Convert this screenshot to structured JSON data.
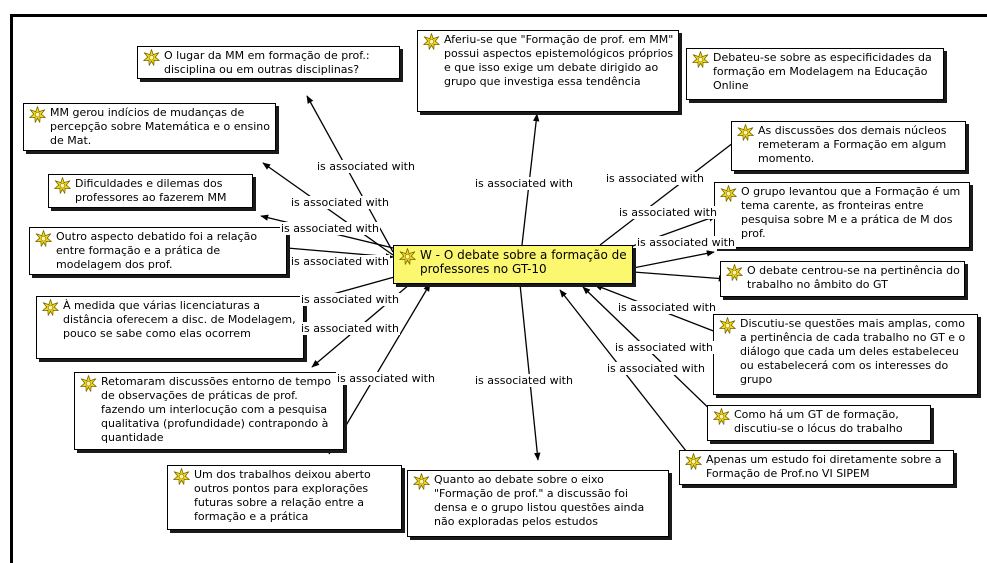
{
  "relation_label": "is associated with",
  "center": {
    "text": "W - O debate sobre a formação de professores no GT-10",
    "icon": "quotation-icon"
  },
  "nodes": [
    {
      "text": "O lugar da MM em formação de prof.: disciplina ou em outras disciplinas?"
    },
    {
      "text": "MM gerou indícios de mudanças de percepção sobre Matemática e o ensino de Mat."
    },
    {
      "text": "Dificuldades e dilemas dos professores ao fazerem MM"
    },
    {
      "text": "Outro aspecto debatido foi a relação entre formação e a prática de modelagem dos prof."
    },
    {
      "text": "À medida que várias licenciaturas a distância oferecem a disc. de Modelagem, pouco se sabe como elas ocorrem"
    },
    {
      "text": "Retomaram discussões entorno de tempo de observações de práticas de prof. fazendo um interlocução com a pesquisa qualitativa (profundidade) contrapondo à quantidade"
    },
    {
      "text": "Um dos trabalhos deixou aberto outros pontos para explorações futuras sobre a relação entre a formação e a prática"
    },
    {
      "text": "Quanto ao debate sobre o eixo \"Formação de prof.\" a discussão foi densa e o grupo listou questões ainda não exploradas pelos estudos"
    },
    {
      "text": "Aferiu-se que \"Formação de prof. em MM\" possui aspectos epistemológicos próprios e que isso exige um debate dirigido ao grupo que investiga essa tendência"
    },
    {
      "text": "Debateu-se sobre as especificidades da formação em Modelagem na Educação Online"
    },
    {
      "text": "As discussões dos demais núcleos remeteram a Formação em algum momento."
    },
    {
      "text": "O grupo levantou que a Formação é um tema carente, as fronteiras entre pesquisa sobre M e a prática de M dos prof."
    },
    {
      "text": "O debate centrou-se na pertinência do trabalho no âmbito do GT"
    },
    {
      "text": "Discutiu-se questões mais amplas, como a pertinência de cada trabalho no GT e o diálogo que cada um deles estabeleceu ou estabelecerá com os interesses do grupo"
    },
    {
      "text": "Como há um GT de formação, discutiu-se o lócus do trabalho"
    },
    {
      "text": "Apenas um estudo foi diretamente sobre a Formação de Prof.no VI SIPEM"
    }
  ]
}
